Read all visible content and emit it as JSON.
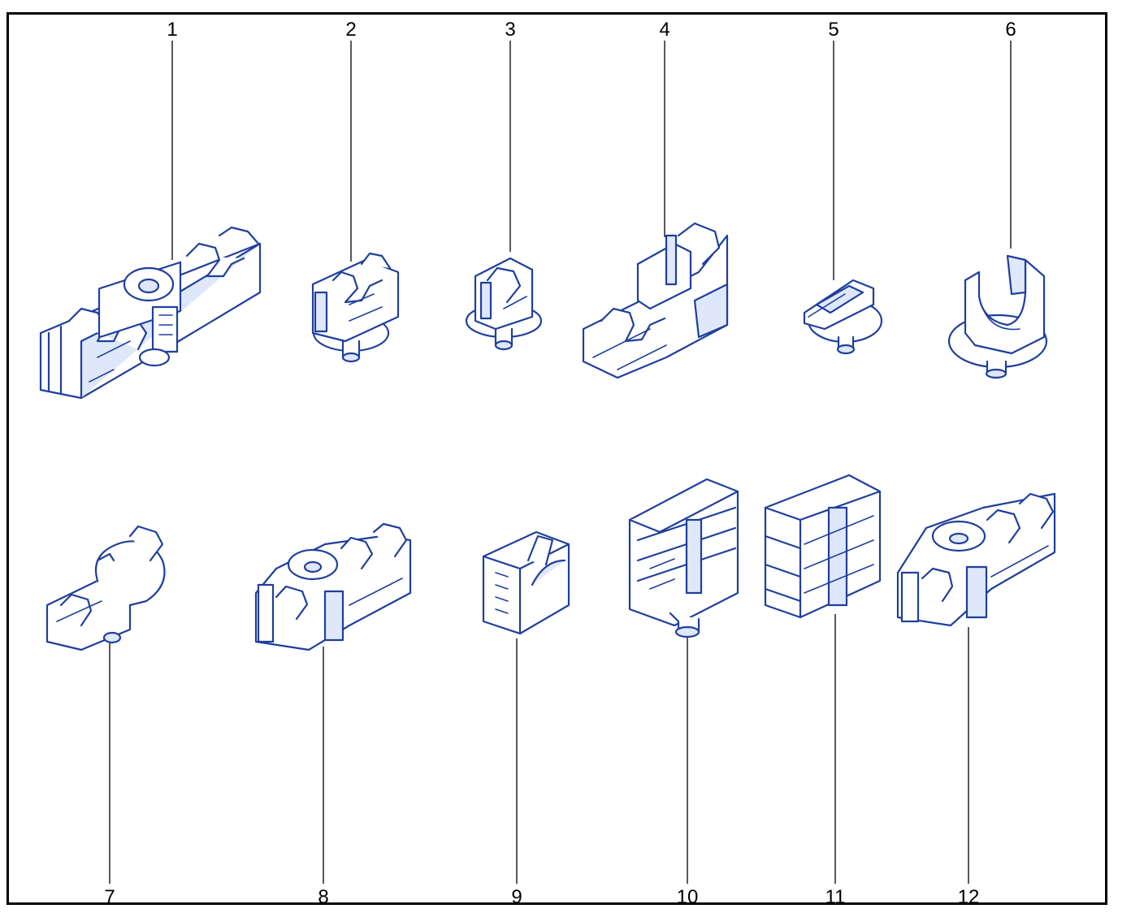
{
  "colors": {
    "line": "#1f3f9e",
    "fill": "#ffffff",
    "tint": "#dfe8fb",
    "frame": "#000000"
  },
  "callouts": [
    "1",
    "2",
    "3",
    "4",
    "5",
    "6",
    "7",
    "8",
    "9",
    "10",
    "11",
    "12"
  ]
}
